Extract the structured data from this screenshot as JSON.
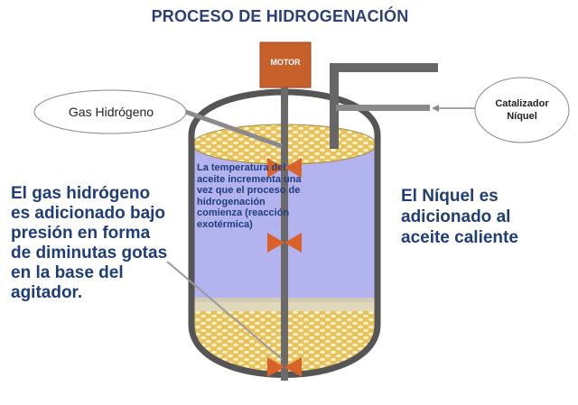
{
  "title": "PROCESO DE HIDROGENACIÓN",
  "motor_label": "MOTOR",
  "gas_label": "Gas Hidrógeno",
  "catalyst_label": "Catalizador Níquel",
  "left_text": "El gas hidrógeno es adicionado bajo presión en forma de diminutas gotas en la base del agitador.",
  "right_text": "El Níquel es adicionado al aceite caliente",
  "inner_text": "La temperatura del aceite incrementa una vez que el proceso de hidrogenación comienza (reacción exotérmica)",
  "colors": {
    "title": "#2b3f7a",
    "text_blue": "#1f3d7a",
    "motor": "#c8602c",
    "oil": "#b3b3f0",
    "foam": "#e8c15a",
    "vessel_outline": "#555555",
    "pipe": "#666666",
    "impeller": "#d9622b"
  }
}
